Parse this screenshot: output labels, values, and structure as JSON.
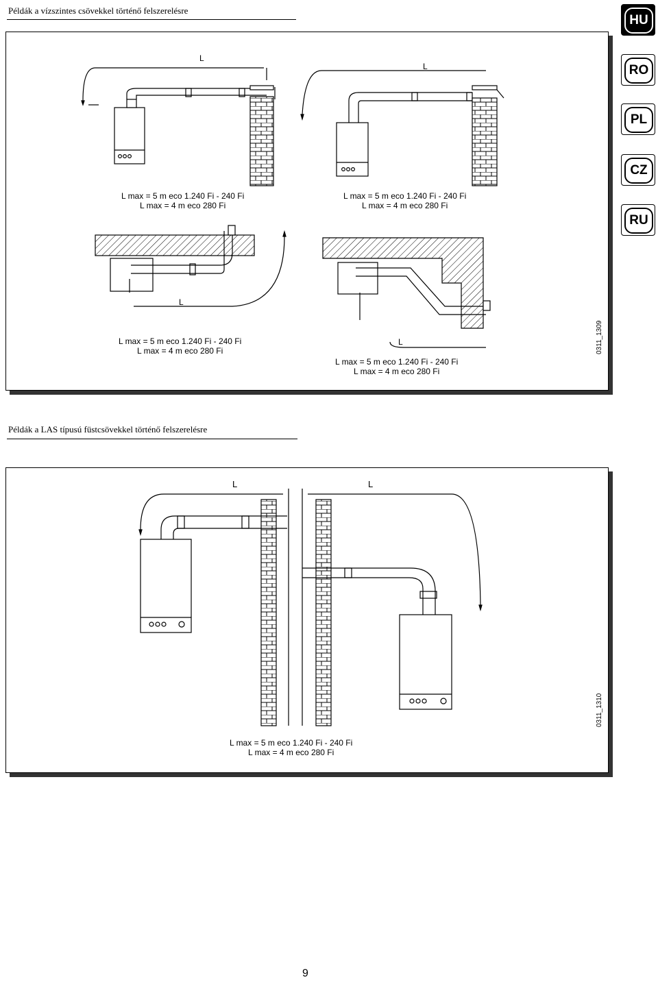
{
  "section1": {
    "title": "Példák a vízszintes csövekkel történő felszerelésre",
    "figure_code": "0311_1309",
    "labels": {
      "d1": "L",
      "d2": "L",
      "d3": "L",
      "d4": "L"
    },
    "captions": [
      {
        "line1": "L max = 5 m eco 1.240 Fi - 240 Fi",
        "line2": "L max = 4 m eco 280 Fi"
      },
      {
        "line1": "L max = 5 m eco 1.240 Fi - 240 Fi",
        "line2": "L max = 4 m eco 280 Fi"
      },
      {
        "line1": "L max = 5 m eco 1.240 Fi - 240 Fi",
        "line2": "L max = 4 m eco 280 Fi"
      },
      {
        "line1": "L max = 5 m eco 1.240 Fi - 240 Fi",
        "line2": "L max = 4 m eco 280 Fi"
      }
    ]
  },
  "section2": {
    "title": "Példák a LAS típusú füstcsövekkel történő felszerelésre",
    "figure_code": "0311_1310",
    "labels": {
      "left": "L",
      "right": "L"
    },
    "caption": {
      "line1": "L max = 5 m eco 1.240 Fi - 240 Fi",
      "line2": "L max = 4 m eco 280 Fi"
    }
  },
  "languages": [
    {
      "code": "HU",
      "active": true
    },
    {
      "code": "RO",
      "active": false
    },
    {
      "code": "PL",
      "active": false
    },
    {
      "code": "CZ",
      "active": false
    },
    {
      "code": "RU",
      "active": false
    }
  ],
  "page_number": "9"
}
